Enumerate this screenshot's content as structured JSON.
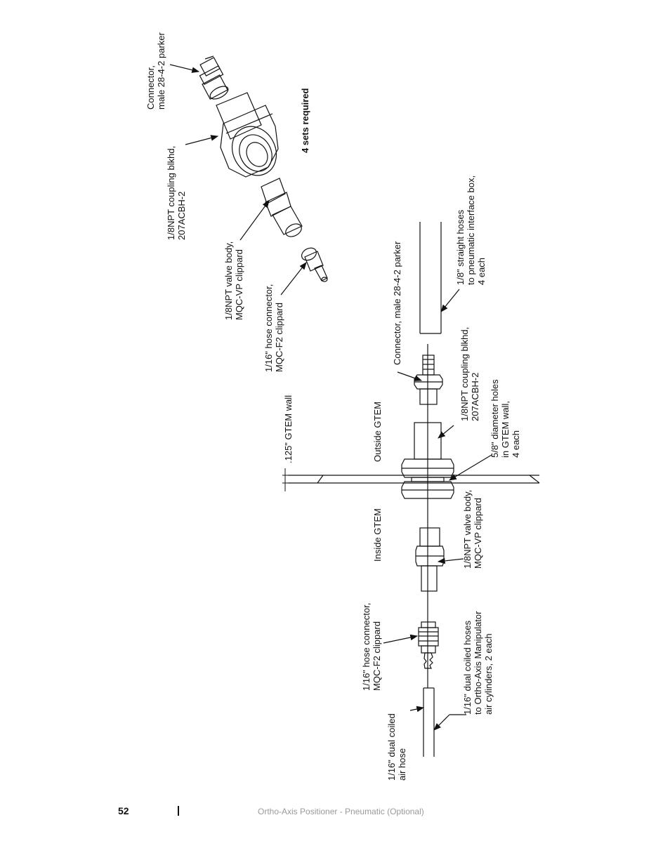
{
  "labels": {
    "top_connector": [
      "Connector,",
      "male 28-4-2 parker"
    ],
    "top_coupling": [
      "1/8NPT coupling blkhd,",
      "207ACBH-2"
    ],
    "top_valve": [
      "1/8NPT valve body,",
      "MQC-VP clippard"
    ],
    "top_hose_connector": [
      "1/16\" hose connector,",
      "MQC-F2 clippard"
    ],
    "sets_required": "4 sets required",
    "gtem_wall": ".125\" GTEM wall",
    "outside_gtem": "Outside GTEM",
    "inside_gtem": "Inside GTEM",
    "connector": "Connector, male 28-4-2 parker",
    "straight_hoses": [
      "1/8\" straight hoses",
      "to pneumatic interface box,",
      "4 each"
    ],
    "coupling": [
      "1/8NPT coupling blkhd,",
      "207ACBH-2"
    ],
    "diameter_holes": [
      "5/8\" diameter holes",
      "in GTEM wall,",
      "4 each"
    ],
    "valve": [
      "1/8NPT valve body,",
      "MQC-VP clippard"
    ],
    "hose_connector": [
      "1/16\" hose connector,",
      "MQC-F2 clippard"
    ],
    "dual_coiled_hoses": [
      "1/16\" dual coiled hoses",
      "to Ortho-Axis Manipulator",
      "air cylinders, 2 each"
    ],
    "dual_coiled_air_hose": [
      "1/16\" dual coiled",
      "air hose"
    ]
  },
  "footer": {
    "page_number": "52",
    "title": "Ortho-Axis Positioner - Pneumatic (Optional)"
  }
}
